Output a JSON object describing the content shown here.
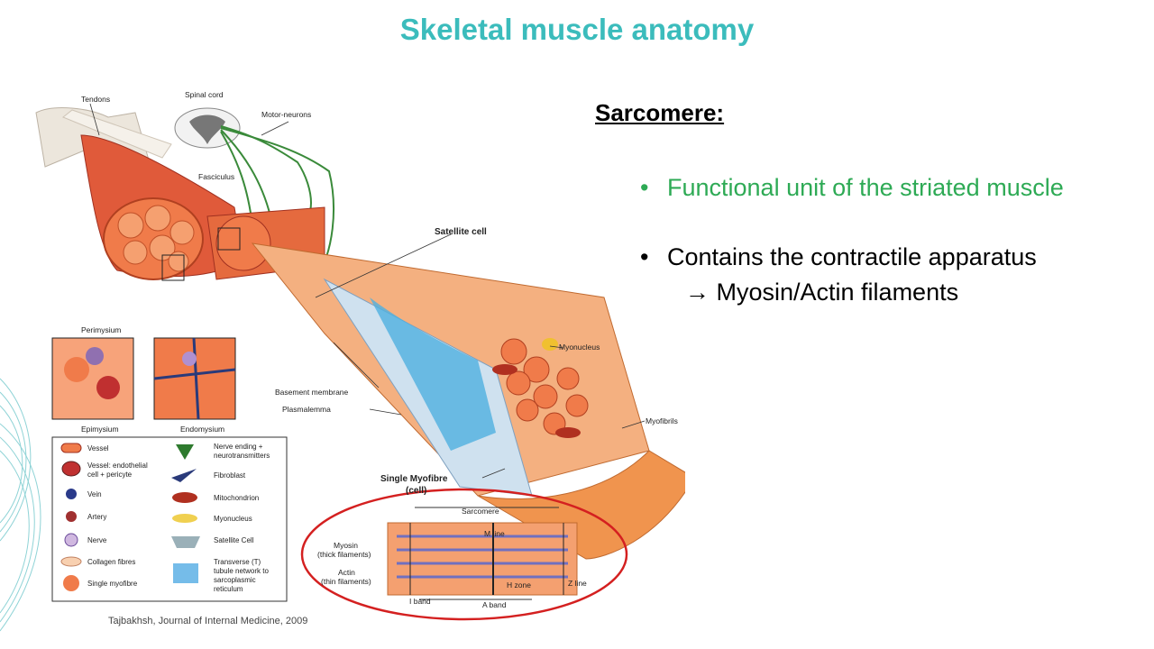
{
  "slide": {
    "title": "Skeletal muscle anatomy",
    "heading": "Sarcomere:",
    "bullets": [
      {
        "text": "Functional unit of the striated muscle",
        "color": "#2eaa55"
      },
      {
        "text": "Contains the contractile apparatus",
        "sub": "→ Myosin/Actin filaments"
      }
    ],
    "bullet_glyph": "•",
    "citation": "Tajbakhsh, Journal of Internal Medicine, 2009",
    "colors": {
      "title": "#3bbcbc",
      "accent_green": "#2eaa55",
      "highlight_ring": "#d42020",
      "muscle": "#e8703a"
    }
  },
  "figure": {
    "labels": {
      "tendons": "Tendons",
      "spinal_cord": "Spinal cord",
      "motor_neurons": "Motor-neurons",
      "fasciculus": "Fasciculus",
      "satellite_cell": "Satellite cell",
      "perimysium": "Perimysium",
      "epimysium": "Epimysium",
      "endomysium": "Endomysium",
      "myonucleus": "Myonucleus",
      "basement_membrane": "Basement membrane",
      "plasmalemma": "Plasmalemma",
      "myofibrils": "Myofibrils",
      "single_myofibre": "Single Myofibre",
      "cell": "(cell)",
      "sarcomere": "Sarcomere",
      "m_line": "M line",
      "myosin": "Myosin",
      "thick_filaments": "(thick filaments)",
      "actin": "Actin",
      "thin_filaments": "(thin filaments)",
      "h_zone": "H zone",
      "z_line": "Z line",
      "i_band": "I band",
      "a_band": "A band"
    },
    "legend": [
      {
        "label": "Vessel"
      },
      {
        "label": "Vessel: endothelial",
        "label2": "cell + pericyte"
      },
      {
        "label": "Vein"
      },
      {
        "label": "Artery"
      },
      {
        "label": "Nerve"
      },
      {
        "label": "Collagen fibres"
      },
      {
        "label": "Single myofibre"
      },
      {
        "label": "Nerve ending +",
        "label2": "neurotransmitters"
      },
      {
        "label": "Fibroblast"
      },
      {
        "label": "Mitochondrion"
      },
      {
        "label": "Myonucleus"
      },
      {
        "label": "Satellite Cell"
      },
      {
        "label": "Transverse (T)",
        "label2": "tubule network to",
        "label3": "sarcoplasmic",
        "label4": "reticulum"
      }
    ]
  }
}
